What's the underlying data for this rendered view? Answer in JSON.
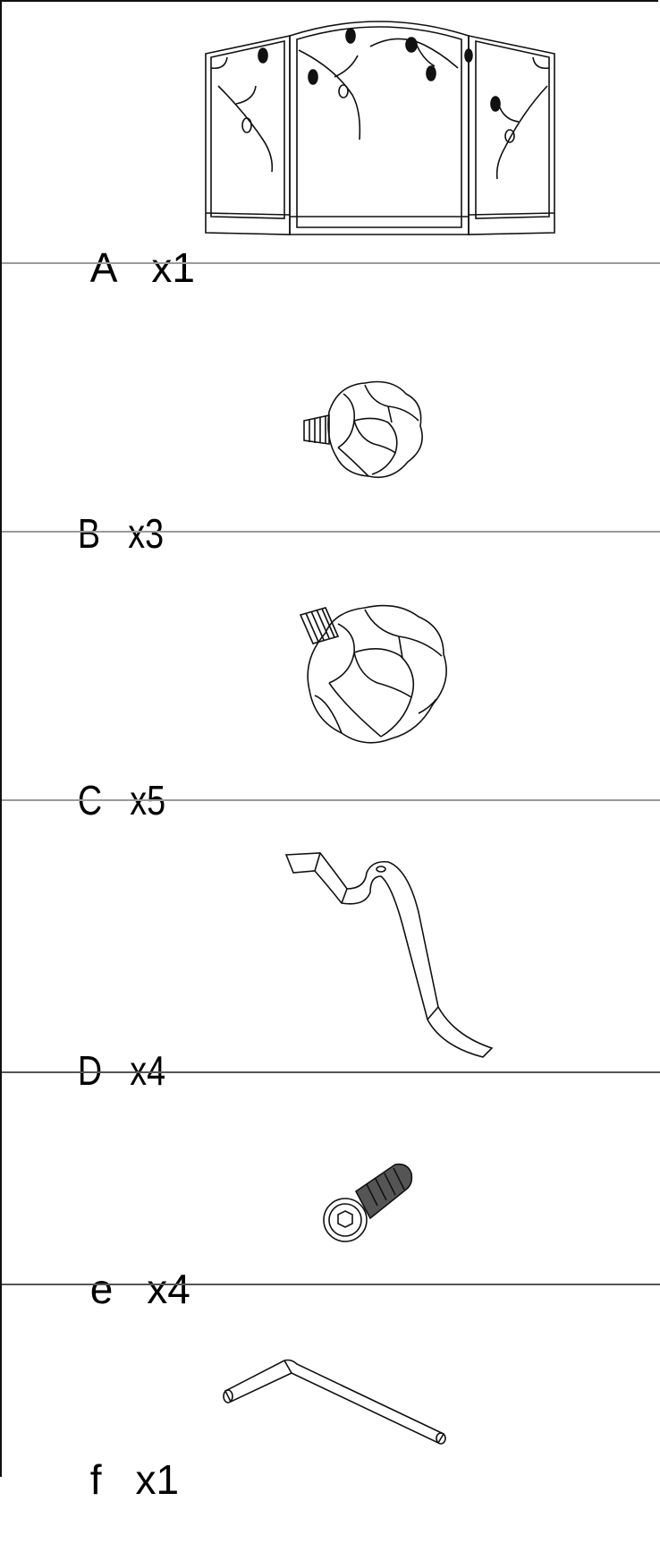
{
  "parts": [
    {
      "letter": "A",
      "quantity": "x1",
      "icon": "tri-fold-mirror-icon"
    },
    {
      "letter": "B",
      "quantity": "x3",
      "icon": "small-rose-knob-icon"
    },
    {
      "letter": "C",
      "quantity": "x5",
      "icon": "large-rose-knob-icon"
    },
    {
      "letter": "D",
      "quantity": "x4",
      "icon": "mounting-bracket-icon"
    },
    {
      "letter": "e",
      "quantity": "x4",
      "icon": "hex-socket-bolt-icon"
    },
    {
      "letter": "f",
      "quantity": "x1",
      "icon": "allen-key-icon"
    }
  ],
  "colors": {
    "line": "#111111",
    "divider": "#9a9a9a",
    "background": "#ffffff"
  }
}
